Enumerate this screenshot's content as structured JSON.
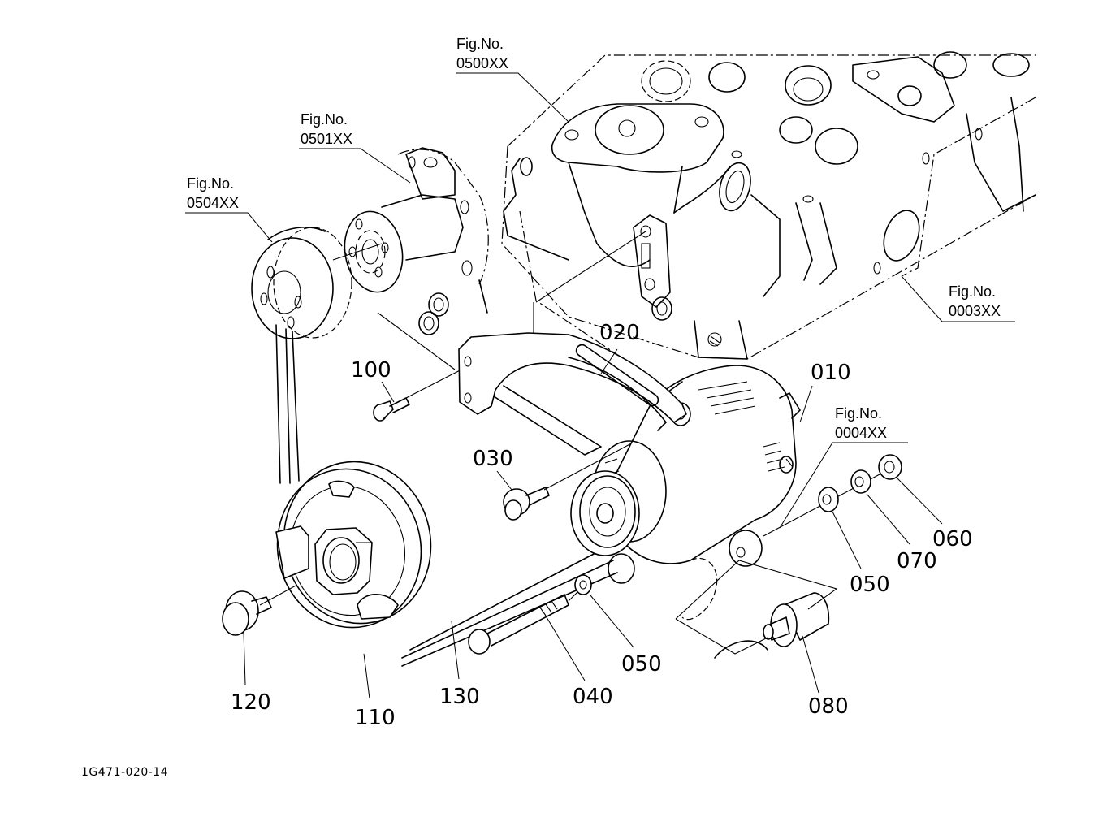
{
  "diagram": {
    "type": "exploded-parts-diagram",
    "subject": "alternator and fan belt assembly",
    "drawing_code": "1G471-020-14",
    "figure_references": [
      {
        "id": "fig-0500",
        "prefix": "Fig.No.",
        "number": "0500XX"
      },
      {
        "id": "fig-0501",
        "prefix": "Fig.No.",
        "number": "0501XX"
      },
      {
        "id": "fig-0504",
        "prefix": "Fig.No.",
        "number": "0504XX"
      },
      {
        "id": "fig-0003",
        "prefix": "Fig.No.",
        "number": "0003XX"
      },
      {
        "id": "fig-0004",
        "prefix": "Fig.No.",
        "number": "0004XX"
      }
    ],
    "part_callouts": [
      {
        "id": "010",
        "label": "010",
        "part": "alternator"
      },
      {
        "id": "020",
        "label": "020",
        "part": "alternator bracket"
      },
      {
        "id": "030",
        "label": "030",
        "part": "flange bolt"
      },
      {
        "id": "040",
        "label": "040",
        "part": "long bolt"
      },
      {
        "id": "050a",
        "label": "050",
        "part": "plain washer"
      },
      {
        "id": "050b",
        "label": "050",
        "part": "plain washer"
      },
      {
        "id": "060",
        "label": "060",
        "part": "nut"
      },
      {
        "id": "070",
        "label": "070",
        "part": "spring washer"
      },
      {
        "id": "080",
        "label": "080",
        "part": "collar"
      },
      {
        "id": "100",
        "label": "100",
        "part": "bolt"
      },
      {
        "id": "110",
        "label": "110",
        "part": "crank pulley"
      },
      {
        "id": "120",
        "label": "120",
        "part": "flange bolt"
      },
      {
        "id": "130",
        "label": "130",
        "part": "fan belt"
      }
    ]
  }
}
